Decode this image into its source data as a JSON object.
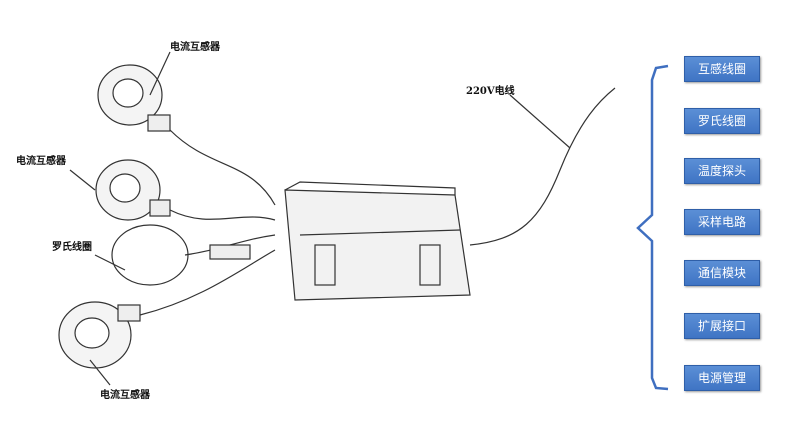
{
  "labels": {
    "ct_top": "电流互感器",
    "ct_mid": "电流互感器",
    "rogowski": "罗氏线圈",
    "ct_bottom": "电流互感器",
    "power_wire": "220V电线"
  },
  "features": [
    "互感线圈",
    "罗氏线圈",
    "温度探头",
    "采样电路",
    "通信模块",
    "扩展接口",
    "电源管理"
  ],
  "colors": {
    "box": "#4a80cc",
    "brace": "#3f6fc0"
  }
}
